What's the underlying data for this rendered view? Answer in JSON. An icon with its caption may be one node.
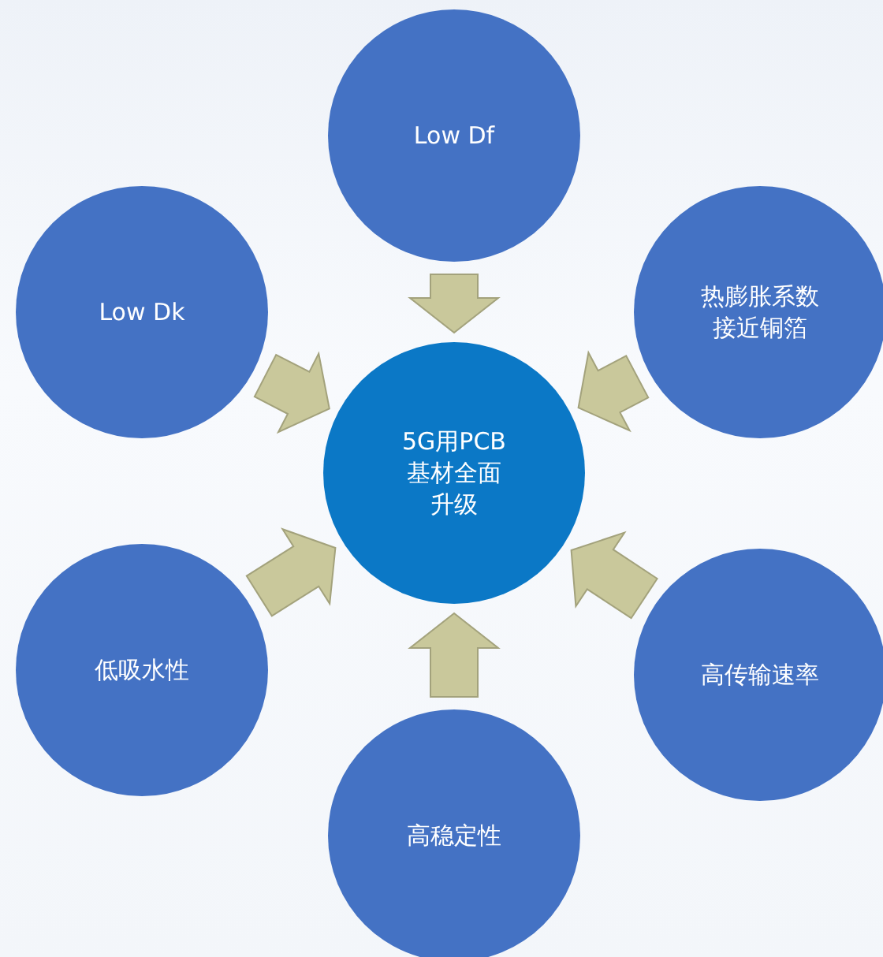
{
  "diagram": {
    "nodes": [
      {
        "text": [
          "Low Df"
        ]
      },
      {
        "text": [
          "Low Dk"
        ]
      },
      {
        "text": [
          "热膨胀系数接近铜箔"
        ]
      },
      {
        "text": [
          "5G用PCB基材全面升级"
        ]
      },
      {
        "text": [
          "低吸水性"
        ]
      },
      {
        "text": [
          "高传输速率"
        ]
      },
      {
        "text": [
          "高稳定性"
        ]
      }
    ],
    "edges": [
      {
        "from": 0,
        "to": 3,
        "arrow": "to"
      },
      {
        "from": 1,
        "to": 3,
        "arrow": "to"
      },
      {
        "from": 2,
        "to": 3,
        "arrow": "to"
      },
      {
        "from": 4,
        "to": 3,
        "arrow": "to"
      },
      {
        "from": 5,
        "to": 3,
        "arrow": "to"
      },
      {
        "from": 6,
        "to": 3,
        "arrow": "to"
      }
    ]
  }
}
